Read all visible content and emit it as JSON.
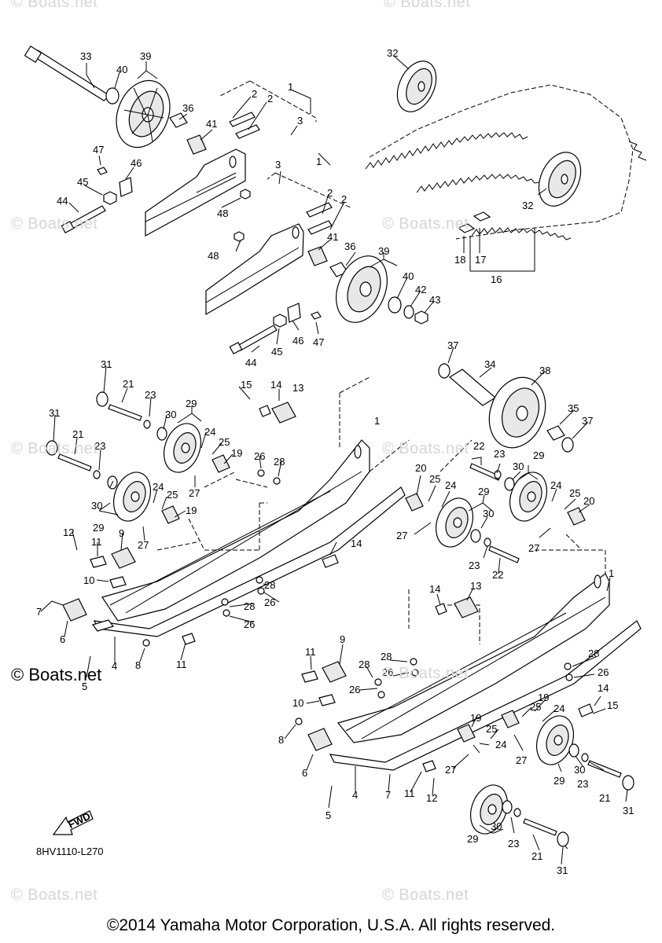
{
  "watermark": "© Boats.net",
  "drawing_code": "8HV1110-L270",
  "copyright": "©2014 Yamaha Motor Corporation, U.S.A. All rights reserved.",
  "fwd_label": "FWD",
  "callouts": {
    "n1": "1",
    "n2": "2",
    "n3": "3",
    "n4": "4",
    "n5": "5",
    "n6": "6",
    "n7": "7",
    "n8": "8",
    "n9": "9",
    "n10": "10",
    "n11": "11",
    "n12": "12",
    "n13": "13",
    "n14": "14",
    "n15": "15",
    "n16": "16",
    "n17": "17",
    "n18": "18",
    "n19": "19",
    "n20": "20",
    "n21": "21",
    "n22": "22",
    "n23": "23",
    "n24": "24",
    "n25": "25",
    "n26": "26",
    "n27": "27",
    "n28": "28",
    "n29": "29",
    "n30": "30",
    "n31": "31",
    "n32": "32",
    "n33": "33",
    "n34": "34",
    "n35": "35",
    "n36": "36",
    "n37": "37",
    "n38": "38",
    "n39": "39",
    "n40": "40",
    "n41": "41",
    "n42": "42",
    "n43": "43",
    "n44": "44",
    "n45": "45",
    "n46": "46",
    "n47": "47",
    "n48": "48"
  }
}
